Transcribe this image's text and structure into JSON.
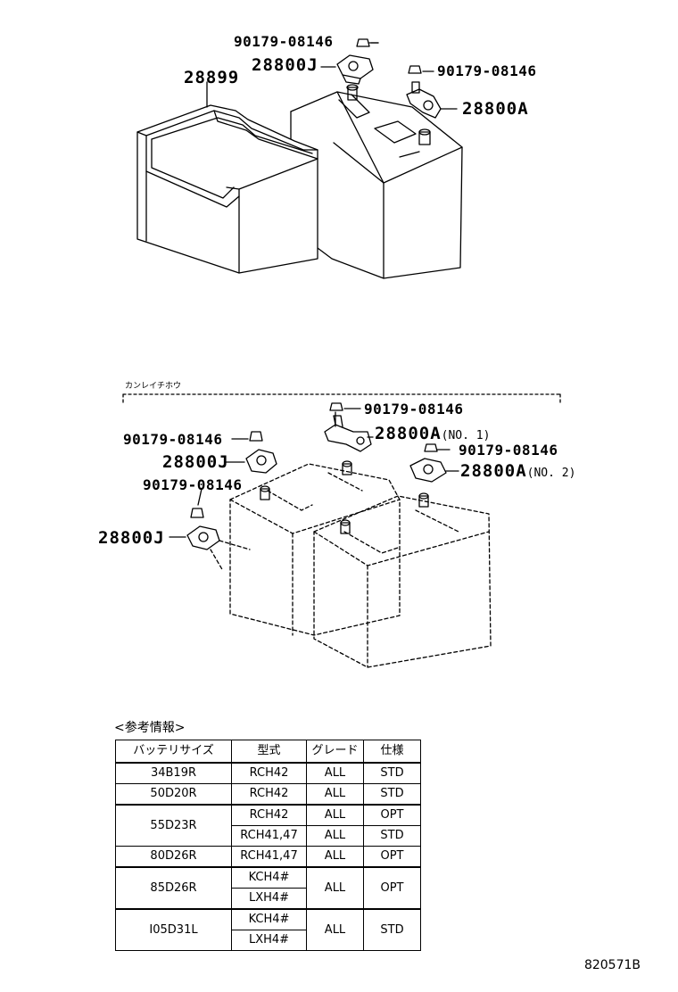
{
  "labels": {
    "top_nut": "90179-08146",
    "top_clamp_j": "28800J",
    "top_nut_right": "90179-08146",
    "tray": "28899",
    "top_clamp_a": "28800A",
    "section_caption": "カンレイチホウ",
    "cold_nut_top": "90179-08146",
    "cold_clamp_a1": "28800A",
    "cold_clamp_a1_note": "(NO. 1)",
    "cold_nut_left": "90179-08146",
    "cold_nut_right": "90179-08146",
    "cold_clamp_j_upper": "28800J",
    "cold_clamp_a2": "28800A",
    "cold_clamp_a2_note": "(NO. 2)",
    "cold_nut_lower_left": "90179-08146",
    "cold_clamp_j_lower": "28800J"
  },
  "reference": {
    "title": "<参考情報>",
    "headers": [
      "バッテリサイズ",
      "型式",
      "グレード",
      "仕様"
    ],
    "rows": [
      {
        "size": "34B19R",
        "models": [
          "RCH42"
        ],
        "grade": "ALL",
        "spec": [
          "STD"
        ]
      },
      {
        "size": "50D20R",
        "models": [
          "RCH42"
        ],
        "grade": "ALL",
        "spec": [
          "STD"
        ]
      },
      {
        "size": "55D23R",
        "models": [
          "RCH42",
          "RCH41,47"
        ],
        "grade": [
          "ALL",
          "ALL"
        ],
        "spec": [
          "OPT",
          "STD"
        ]
      },
      {
        "size": "80D26R",
        "models": [
          "RCH41,47"
        ],
        "grade": "ALL",
        "spec": [
          "OPT"
        ]
      },
      {
        "size": "85D26R",
        "models": [
          "KCH4#",
          "LXH4#"
        ],
        "grade": "ALL",
        "spec": [
          "OPT"
        ]
      },
      {
        "size": "I05D31L",
        "models": [
          "KCH4#",
          "LXH4#"
        ],
        "grade": "ALL",
        "spec": [
          "STD"
        ]
      }
    ]
  },
  "diagram_id": "820571B"
}
